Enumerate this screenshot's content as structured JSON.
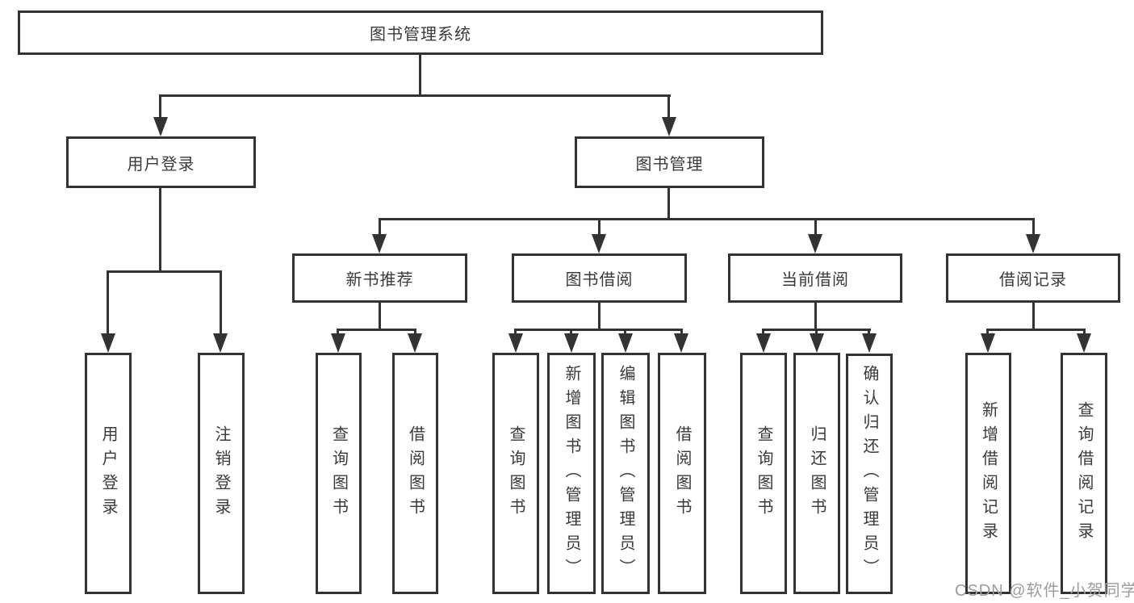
{
  "diagram_type": "org-chart",
  "colors": {
    "line": "#333333",
    "node_border": "#333333",
    "node_text": "#3a3a3a",
    "background": "#ffffff",
    "watermark": "#9d9d9d"
  },
  "tree": {
    "label": "图书管理系统",
    "children": [
      {
        "label": "用户登录",
        "children": [
          {
            "label": "用户登录"
          },
          {
            "label": "注销登录"
          }
        ]
      },
      {
        "label": "图书管理",
        "children": [
          {
            "label": "新书推荐",
            "children": [
              {
                "label": "查询图书"
              },
              {
                "label": "借阅图书"
              }
            ]
          },
          {
            "label": "图书借阅",
            "children": [
              {
                "label": "查询图书"
              },
              {
                "label": "新增图书（管理员）"
              },
              {
                "label": "编辑图书（管理员）"
              },
              {
                "label": "借阅图书"
              }
            ]
          },
          {
            "label": "当前借阅",
            "children": [
              {
                "label": "查询图书"
              },
              {
                "label": "归还图书"
              },
              {
                "label": "确认归还（管理员）"
              }
            ]
          },
          {
            "label": "借阅记录",
            "children": [
              {
                "label": "新增借阅记录"
              },
              {
                "label": "查询借阅记录"
              }
            ]
          }
        ]
      }
    ]
  },
  "watermark": {
    "text": "CSDN @软件_小贺同学"
  }
}
